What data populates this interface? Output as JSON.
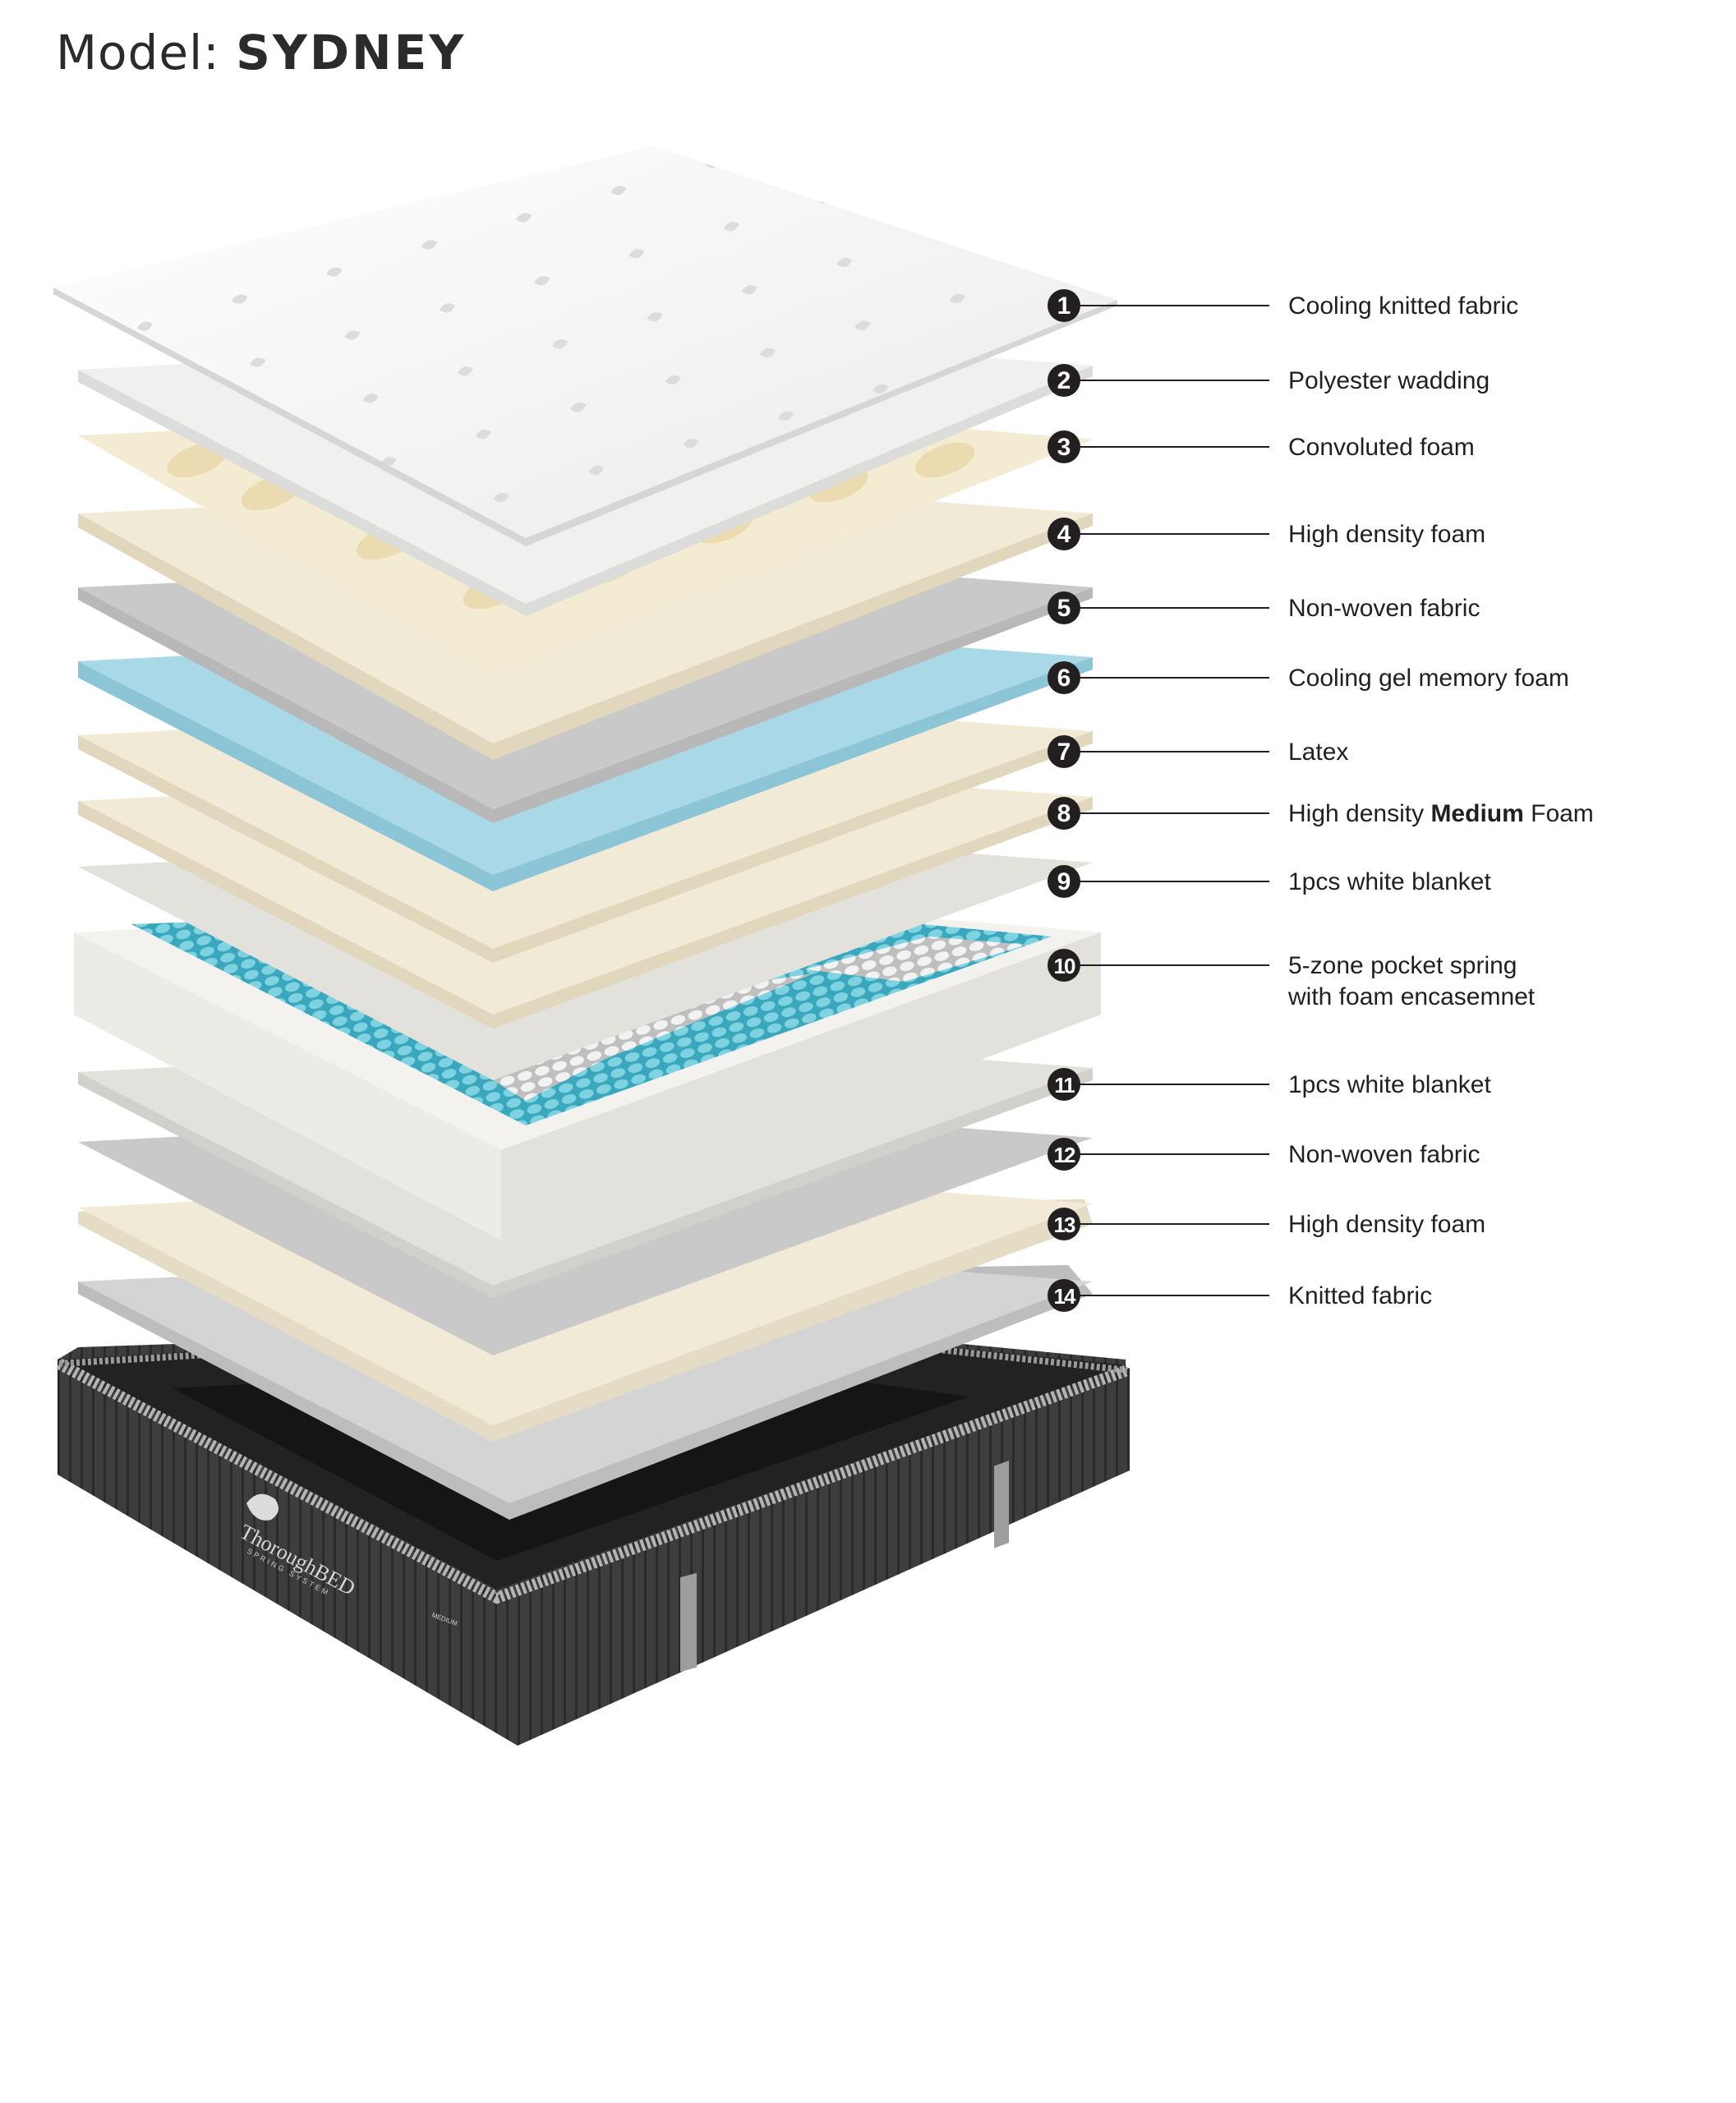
{
  "header": {
    "title_prefix": "Model: ",
    "title_model": "SYDNEY"
  },
  "base": {
    "brand": "ThoroughBED",
    "brand_sub": "SPRING SYSTEM",
    "tag": "MEDIUM"
  },
  "layers": [
    {
      "num": "1",
      "parts": [
        {
          "t": "Cooling knitted fabric"
        }
      ]
    },
    {
      "num": "2",
      "parts": [
        {
          "t": "Polyester wadding"
        }
      ]
    },
    {
      "num": "3",
      "parts": [
        {
          "t": "Convoluted foam"
        }
      ]
    },
    {
      "num": "4",
      "parts": [
        {
          "t": "High density foam"
        }
      ]
    },
    {
      "num": "5",
      "parts": [
        {
          "t": "Non-woven fabric"
        }
      ]
    },
    {
      "num": "6",
      "parts": [
        {
          "t": "Cooling gel memory foam"
        }
      ]
    },
    {
      "num": "7",
      "parts": [
        {
          "t": "Latex"
        }
      ]
    },
    {
      "num": "8",
      "parts": [
        {
          "t": "High density "
        },
        {
          "t": "Medium",
          "b": true
        },
        {
          "t": " Foam"
        }
      ]
    },
    {
      "num": "9",
      "parts": [
        {
          "t": "1pcs white blanket"
        }
      ]
    },
    {
      "num": "10",
      "parts": [
        {
          "t": "5-zone pocket spring"
        }
      ],
      "line2": "with foam encasemnet"
    },
    {
      "num": "11",
      "parts": [
        {
          "t": "1pcs white blanket"
        }
      ]
    },
    {
      "num": "12",
      "parts": [
        {
          "t": "Non-woven fabric"
        }
      ]
    },
    {
      "num": "13",
      "parts": [
        {
          "t": "High density foam"
        }
      ]
    },
    {
      "num": "14",
      "parts": [
        {
          "t": "Knitted fabric"
        }
      ]
    }
  ],
  "colors": {
    "knit": "#f4f4f3",
    "wadding": "#f0f0ef",
    "foam": "#f1ead6",
    "gray": "#c9c9c9",
    "gel": "#a9d9e6",
    "blanket": "#e3e1dc",
    "spring": "#5cbfd1",
    "base": "#3a3a3c"
  }
}
